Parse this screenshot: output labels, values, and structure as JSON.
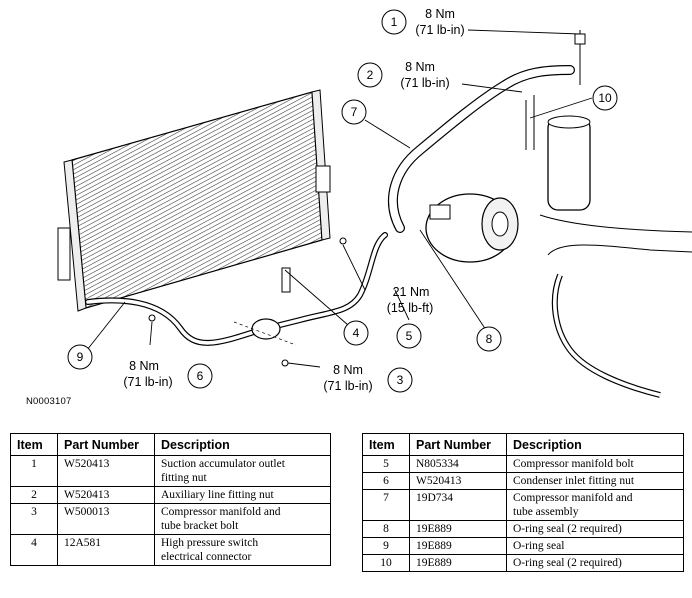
{
  "figure": {
    "id": "N0003107",
    "callouts": [
      {
        "num": "1",
        "torque": "8 Nm",
        "torque_alt": "(71 lb-in)"
      },
      {
        "num": "2",
        "torque": "8 Nm",
        "torque_alt": "(71 lb-in)"
      },
      {
        "num": "3",
        "torque": "8 Nm",
        "torque_alt": "(71 lb-in)"
      },
      {
        "num": "4"
      },
      {
        "num": "5",
        "torque": "21 Nm",
        "torque_alt": "(15 lb-ft)"
      },
      {
        "num": "6",
        "torque": "8 Nm",
        "torque_alt": "(71 lb-in)"
      },
      {
        "num": "7"
      },
      {
        "num": "8"
      },
      {
        "num": "9"
      },
      {
        "num": "10"
      }
    ]
  },
  "tables": {
    "headers": {
      "item": "Item",
      "part_number": "Part Number",
      "description": "Description"
    },
    "left": [
      {
        "item": "1",
        "part": "W520413",
        "desc_1": "Suction accumulator outlet",
        "desc_2": "fitting nut"
      },
      {
        "item": "2",
        "part": "W520413",
        "desc_1": "Auxiliary line fitting nut",
        "desc_2": ""
      },
      {
        "item": "3",
        "part": "W500013",
        "desc_1": "Compressor manifold and",
        "desc_2": "tube bracket bolt"
      },
      {
        "item": "4",
        "part": "12A581",
        "desc_1": "High pressure switch",
        "desc_2": "electrical connector"
      }
    ],
    "right": [
      {
        "item": "5",
        "part": "N805334",
        "desc_1": "Compressor manifold bolt",
        "desc_2": ""
      },
      {
        "item": "6",
        "part": "W520413",
        "desc_1": "Condenser inlet fitting nut",
        "desc_2": ""
      },
      {
        "item": "7",
        "part": "19D734",
        "desc_1": "Compressor manifold and",
        "desc_2": "tube assembly"
      },
      {
        "item": "8",
        "part": "19E889",
        "desc_1": "O-ring seal (2 required)",
        "desc_2": ""
      },
      {
        "item": "9",
        "part": "19E889",
        "desc_1": "O-ring seal",
        "desc_2": ""
      },
      {
        "item": "10",
        "part": "19E889",
        "desc_1": "O-ring seal (2 required)",
        "desc_2": ""
      }
    ]
  }
}
